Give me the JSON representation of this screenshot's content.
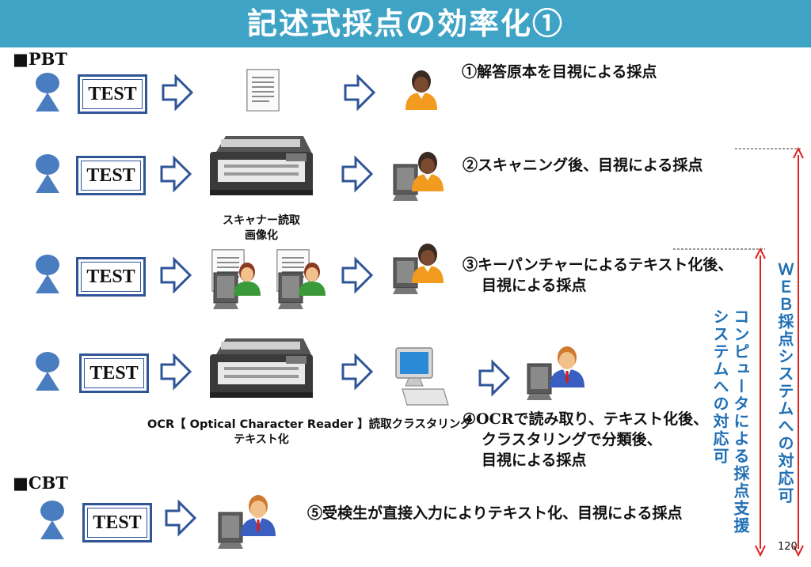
{
  "title": "記述式採点の効率化①",
  "sections": {
    "pbt": "■PBT",
    "cbt": "■CBT"
  },
  "test_label": "TEST",
  "rows": [
    {
      "desc": "①解答原本を目視による採点"
    },
    {
      "desc": "②スキャニング後、目視による採点",
      "sub_label": [
        "スキャナー読取",
        "画像化"
      ]
    },
    {
      "desc": [
        "③キーパンチャーによるテキスト化後、",
        "目視による採点"
      ]
    },
    {
      "desc": [
        "④OCRで読み取り、テキスト化後、",
        "クラスタリングで分類後、",
        "目視による採点"
      ],
      "sub_label": [
        "OCR【 Optical Character Reader 】読取クラスタリング",
        "テキスト化"
      ]
    },
    {
      "desc": "⑤受検生が直接入力によりテキスト化、目視による採点"
    }
  ],
  "side": {
    "web": "ＷＥＢ採点システムへの対応可",
    "computer": [
      "コンピュータによる採点支援",
      "システムへの対応可"
    ]
  },
  "page_number": "120",
  "colors": {
    "title_bg": "#3fa3c6",
    "person": "#4a7dc0",
    "arrow": "#2f5597",
    "red": "#e02020",
    "side_text": "#1f6fb5"
  }
}
